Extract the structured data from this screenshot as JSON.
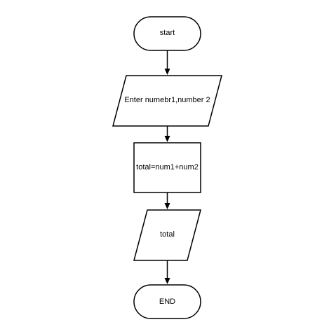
{
  "diagram": {
    "nodes": {
      "start": "start",
      "input": "Enter numebr1,number 2",
      "process": "total=num1+num2",
      "output": "total",
      "end": "END"
    }
  }
}
